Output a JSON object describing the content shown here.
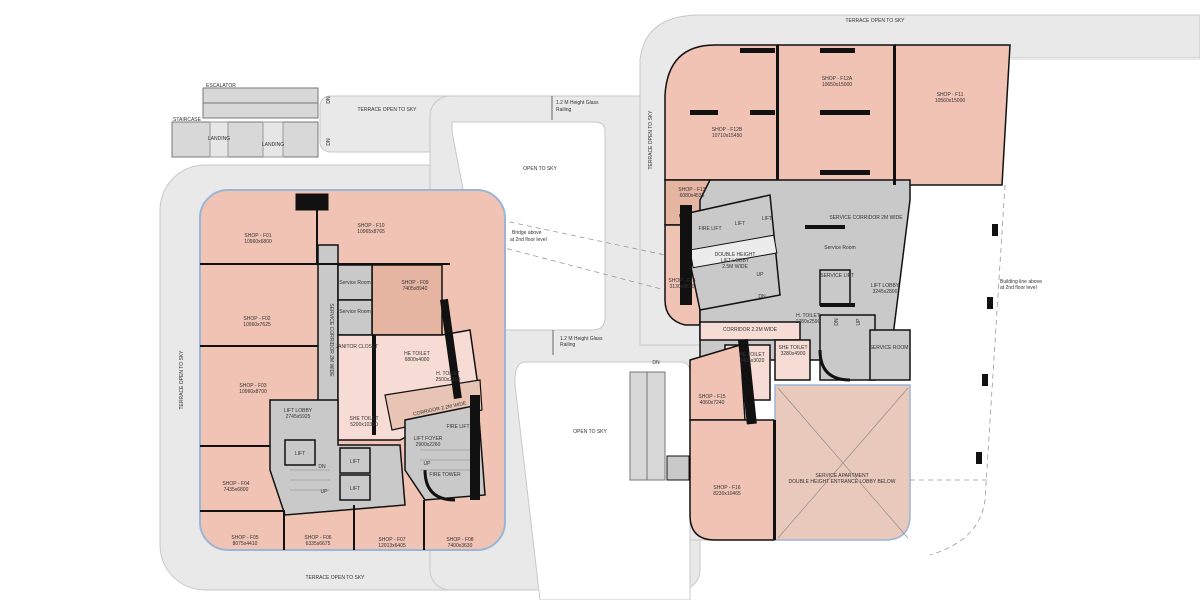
{
  "terrace": {
    "top": "TERRACE OPEN TO SKY",
    "top_right": "TERRACE OPEN TO SKY",
    "vertical_mid": "TERRACE OPEN TO SKY",
    "left": "TERRACE OPEN TO SKY",
    "bottom": "TERRACE OPEN TO SKY",
    "open_to_sky_1": "OPEN TO SKY",
    "open_to_sky_2": "OPEN TO SKY"
  },
  "annotations": {
    "escalator": "ESCALATOR",
    "staircase": "STAIRCASE",
    "landing_1": "LANDING",
    "landing_2": "LANDING",
    "dn_1": "DN",
    "dn_2": "DN",
    "dn_3": "DN",
    "railing_top_1": "1.2 M Height Glass",
    "railing_top_2": "Railing",
    "railing_mid_1": "1.2 M Height Glass",
    "railing_mid_2": "Railing",
    "bridge_1": "Bridge above",
    "bridge_2": "at 2nd floor level",
    "building_line_1": "Building line above",
    "building_line_2": "at 2nd floor level"
  },
  "left_block": {
    "f01": {
      "name": "SHOP - F01",
      "size": "10960x6800"
    },
    "f02": {
      "name": "SHOP - F02",
      "size": "10960x7625"
    },
    "f03": {
      "name": "SHOP - F03",
      "size": "10960x8700"
    },
    "f04": {
      "name": "SHOP - F04",
      "size": "7435x6800"
    },
    "f05": {
      "name": "SHOP - F05",
      "size": "8075x4410"
    },
    "f06": {
      "name": "SHOP - F06",
      "size": "6335x6675"
    },
    "f07": {
      "name": "SHOP - F07",
      "size": "12013x6405"
    },
    "f08": {
      "name": "SHOP - F08",
      "size": "7400x3630"
    },
    "f09": {
      "name": "SHOP - F09",
      "size": "7405x8940"
    },
    "f10": {
      "name": "SHOP - F10",
      "size": "10965x8765"
    },
    "service_corridor": "SERVICE CORRIDOR 2M WIDE",
    "service_room_1": "Service Room",
    "service_room_2": "Service Room",
    "janitor": "JANITOR CLOSET",
    "he_toilet": {
      "name": "HE TOILET",
      "size": "6800x4000"
    },
    "h_toilet": {
      "name": "H. TOILET",
      "size": "2500x2100"
    },
    "she_toilet": {
      "name": "SHE TOILET",
      "size": "5200x10380"
    },
    "corridor": "CORRIDOR 2.2M WIDE",
    "lift_lobby": {
      "name": "LIFT LOBBY",
      "size": "2745x5925"
    },
    "lift": "LIFT",
    "fire_lift": "FIRE LIFT",
    "lift_foyer": {
      "name": "LIFT FOYER",
      "size": "2900x2260"
    },
    "fire_tower": "FIRE TOWER",
    "up": "UP",
    "dn": "DN"
  },
  "right_block": {
    "f11": {
      "name": "SHOP - F11",
      "size": "10560x15000"
    },
    "f12a": {
      "name": "SHOP - F12A",
      "size": "10650x15000"
    },
    "f12b": {
      "name": "SHOP - F12B",
      "size": "10710x15450"
    },
    "f13": {
      "name": "SHOP - F13",
      "size": "6080x4535"
    },
    "f14": {
      "name": "SHOP - F14",
      "size": "3130x9610"
    },
    "f15": {
      "name": "SHOP - F15",
      "size": "4060x7240"
    },
    "f16": {
      "name": "SHOP - F16",
      "size": "8230x10465"
    },
    "service_corridor": "SERVICE CORRIDOR 2M WIDE",
    "service_room": "Service Room",
    "service_lift": "SERVICE LIFT",
    "lift_lobby": {
      "name": "LIFT LOBBY",
      "size": "3245x2800"
    },
    "double_height_lobby_1": "DOUBLE HEIGHT",
    "double_height_lobby_2": "LIFT LOBBY",
    "double_height_lobby_3": "2.5M WIDE",
    "fire_lift": "FIRE LIFT",
    "lift": "LIFT",
    "corridor": "CORRIDOR 2.2M WIDE",
    "h_toilet": {
      "name": "H. TOILET",
      "size": "1780x2590"
    },
    "she_toilet": {
      "name": "SHE TOILET",
      "size": "3280x4900"
    },
    "he_toilet": {
      "name": "HE TOILET",
      "size": "3405x3020"
    },
    "service_room_2": "SERVICE ROOM",
    "service_apartment_1": "SERVICE APARTMENT",
    "service_apartment_2": "DOUBLE HEIGHT ENTRANCE LOBBY BELOW",
    "up": "UP",
    "dn": "DN"
  },
  "colors": {
    "shop": "#f0c3b4",
    "core": "#c9c9c9",
    "terrace": "#e9e9e9",
    "toilet": "#f6dcd4"
  }
}
